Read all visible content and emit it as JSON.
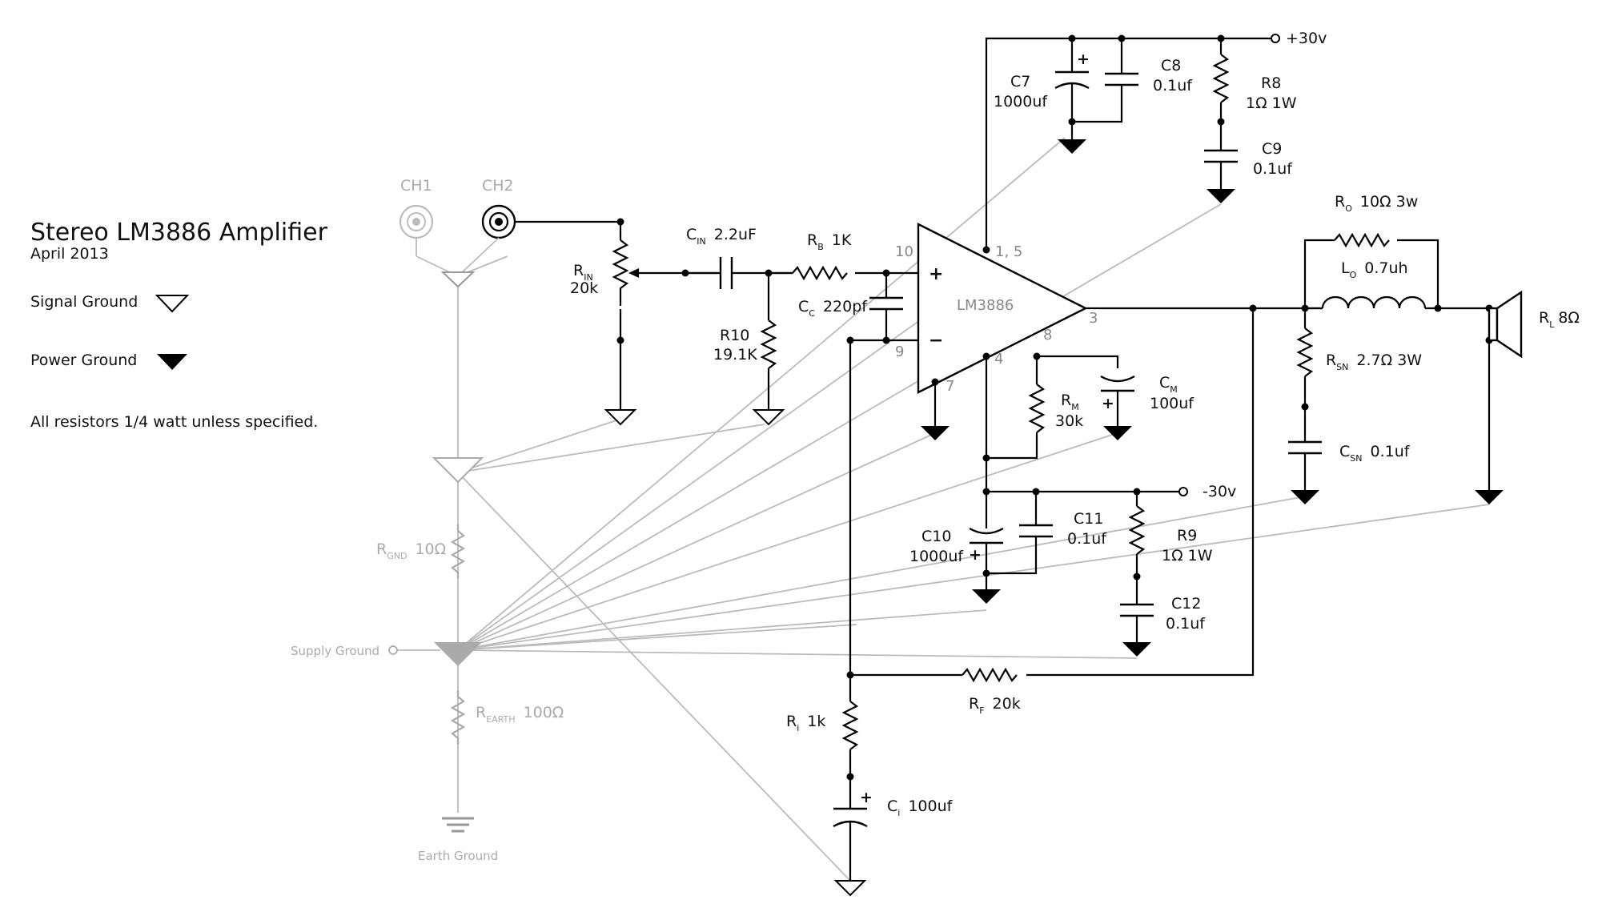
{
  "title": "Stereo LM3886 Amplifier",
  "date": "April 2013",
  "legend": {
    "signal_ground": "Signal Ground",
    "power_ground": "Power Ground",
    "note": "All resistors 1/4 watt unless specified."
  },
  "inputs": {
    "ch1": "CH1",
    "ch2": "CH2"
  },
  "ground_labels": {
    "supply": "Supply Ground",
    "earth": "Earth Ground"
  },
  "supplies": {
    "pos": "+30v",
    "neg": "-30v"
  },
  "chip": {
    "name": "LM3886",
    "pins": {
      "p10": "10",
      "p15": "1, 5",
      "p3": "3",
      "p8": "8",
      "p4": "4",
      "p7": "7",
      "p9": "9"
    },
    "plus": "+",
    "minus": "−"
  },
  "components": {
    "rin": {
      "main": "R",
      "sub": "IN",
      "value": "20k"
    },
    "cin": {
      "main": "C",
      "sub": "IN",
      "value": "2.2uF"
    },
    "rb": {
      "main": "R",
      "sub": "B",
      "value": "1K"
    },
    "cc": {
      "main": "C",
      "sub": "C",
      "value": "220pf"
    },
    "r10": {
      "name": "R10",
      "value": "19.1K"
    },
    "c7": {
      "name": "C7",
      "value": "1000uf"
    },
    "c8": {
      "name": "C8",
      "value": "0.1uf"
    },
    "r8": {
      "name": "R8",
      "value": "1Ω 1W"
    },
    "c9": {
      "name": "C9",
      "value": "0.1uf"
    },
    "ro": {
      "main": "R",
      "sub": "O",
      "value": "10Ω 3w"
    },
    "lo": {
      "main": "L",
      "sub": "O",
      "value": "0.7uh"
    },
    "rl": {
      "main": "R",
      "sub": "L",
      "value": "8Ω"
    },
    "rsn": {
      "main": "R",
      "sub": "SN",
      "value": "2.7Ω 3W"
    },
    "csn": {
      "main": "C",
      "sub": "SN",
      "value": "0.1uf"
    },
    "rm": {
      "main": "R",
      "sub": "M",
      "value": "30k"
    },
    "cm": {
      "main": "C",
      "sub": "M",
      "value": "100uf"
    },
    "c10": {
      "name": "C10",
      "value": "1000uf"
    },
    "c11": {
      "name": "C11",
      "value": "0.1uf"
    },
    "r9": {
      "name": "R9",
      "value": "1Ω 1W"
    },
    "c12": {
      "name": "C12",
      "value": "0.1uf"
    },
    "rf": {
      "main": "R",
      "sub": "F",
      "value": "20k"
    },
    "ri": {
      "main": "R",
      "sub": "i",
      "value": "1k"
    },
    "ci": {
      "main": "C",
      "sub": "i",
      "value": "100uf"
    },
    "rgnd": {
      "main": "R",
      "sub": "GND",
      "value": "10Ω"
    },
    "rearth": {
      "main": "R",
      "sub": "EARTH",
      "value": "100Ω"
    }
  }
}
